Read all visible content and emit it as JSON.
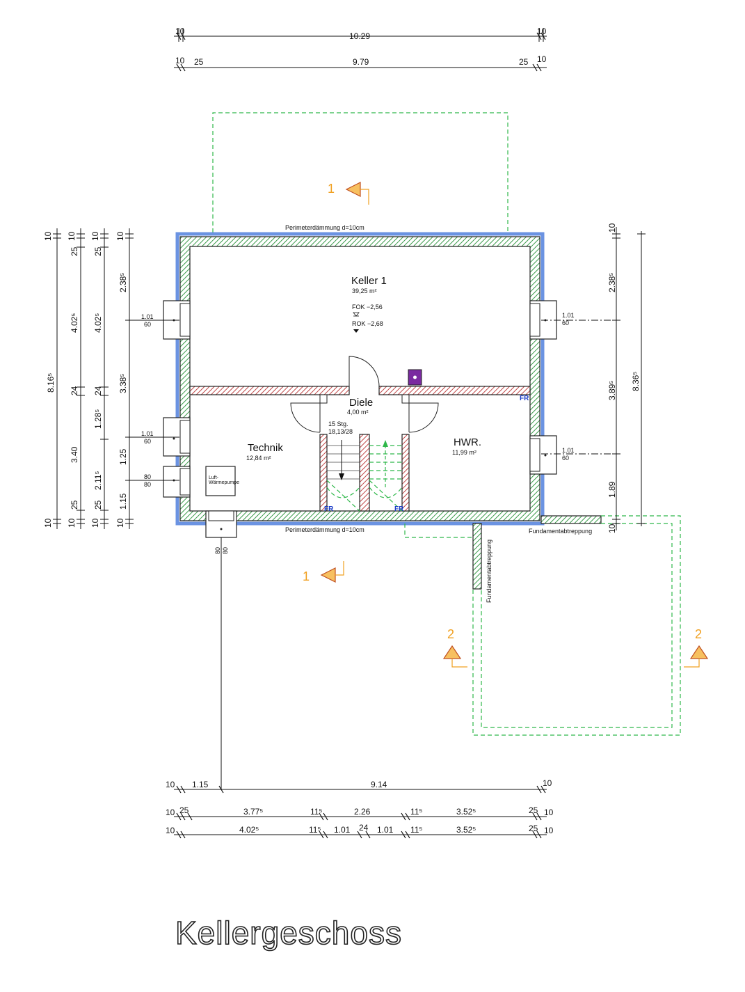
{
  "title": "Kellergeschoss",
  "dims": {
    "top_row1": [
      "10",
      "10.29",
      "10"
    ],
    "top_row2": [
      "10",
      "25",
      "9.79",
      "25",
      "10"
    ],
    "bottom_row1": [
      "10",
      "1.15",
      "9.14",
      "10"
    ],
    "bottom_row2": [
      "10",
      "25",
      "3.77⁵",
      "11⁵",
      "2.26",
      "11⁵",
      "3.52⁵",
      "25",
      "10"
    ],
    "bottom_row3": [
      "10",
      "4.02⁵",
      "11⁵",
      "1.01",
      "24",
      "1.01",
      "11⁵",
      "3.52⁵",
      "25",
      "10"
    ],
    "left_col1": [
      "10",
      "8.16⁵",
      "10"
    ],
    "left_col2": [
      "10",
      "25",
      "4.02⁵",
      "24",
      "3.40",
      "25",
      "10"
    ],
    "left_col3": [
      "10",
      "25",
      "4.02⁵",
      "24",
      "1.28⁵",
      "2.11⁵",
      "25",
      "10"
    ],
    "left_col4": [
      "10",
      "2.38⁵",
      "3.38⁵",
      "1.25",
      "1.15",
      "10"
    ],
    "right_col1": [
      "10",
      "2.38⁵",
      "3.89⁵",
      "1.89",
      "10"
    ],
    "right_col2": [
      "8.36⁵"
    ],
    "stair_below": [
      "80",
      "80"
    ]
  },
  "windows": {
    "left_top": [
      "1.01",
      "60"
    ],
    "left_mid": [
      "1.01",
      "60"
    ],
    "left_low": [
      "80",
      "80"
    ],
    "right_top": [
      "1.01",
      "60"
    ],
    "right_mid": [
      "1.01",
      "60"
    ]
  },
  "labels": {
    "insulation_top": "Perimeterdämmung d=10cm",
    "insulation_bottom": "Perimeterdämmung d=10cm",
    "foundation_right": "Fundamentabtreppung",
    "foundation_vertical": "Fundamentabtreppung",
    "heat_pump_1": "Luft-",
    "heat_pump_2": "Wärmepumpe",
    "fr": "FR"
  },
  "rooms": {
    "keller": {
      "name": "Keller 1",
      "area": "39,25 m²",
      "fok": "FOK −2,56",
      "rok": "ROK −2,68"
    },
    "diele": {
      "name": "Diele",
      "area": "4,00 m²"
    },
    "technik": {
      "name": "Technik",
      "area": "12,84 m²"
    },
    "hwr": {
      "name": "HWR.",
      "area": "11,99 m²"
    },
    "stairs": {
      "line1": "15 Stg.",
      "line2": "18,13/28"
    }
  },
  "markers": [
    "1",
    "1",
    "2",
    "2"
  ],
  "colors": {
    "wall_hatch": "#3a9a4a",
    "interior_hatch": "#c04848",
    "insulation": "#3a6fd8",
    "dashed_green": "#2fb84a",
    "marker": "#f0a020",
    "chimney": "#7a2aa0"
  }
}
